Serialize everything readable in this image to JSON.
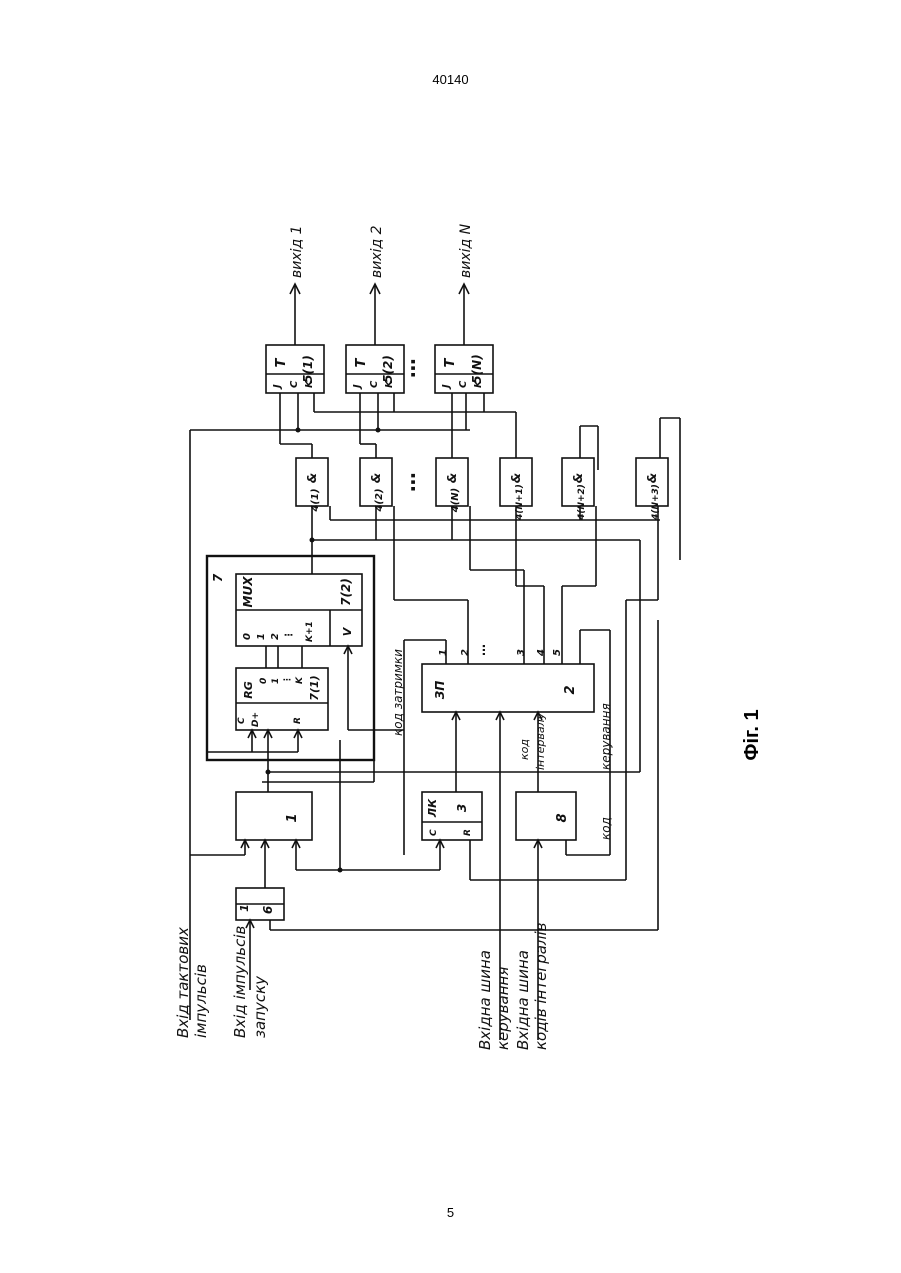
{
  "page": {
    "number_top": "40140",
    "number_bottom": "5"
  },
  "figure": {
    "caption": "Фіг. 1",
    "inputs": {
      "clock": [
        "Вхід тактових",
        "імпульсів"
      ],
      "start": [
        "Вхід імпульсів",
        "запуску"
      ],
      "control_bus": [
        "Вхідна шина",
        "керування"
      ],
      "integral_bus": [
        "Вхідна шина",
        "кодів інтегралів"
      ]
    },
    "outputs": [
      "вихід 1",
      "вихід 2",
      "вихід N"
    ],
    "wire_labels": {
      "delay_code": "код затримки",
      "interval_code": [
        "код",
        "інтервалу"
      ],
      "control": "керування",
      "code": "код"
    },
    "blocks": {
      "b1": "1",
      "b2": "2",
      "b3": "3",
      "b3_name": "ЛК",
      "b3_c": "C",
      "b3_r": "R",
      "b6": "6",
      "b6_in": "1",
      "b8": "8",
      "b7": "7",
      "zp": "ЗП",
      "rg": "RG",
      "rg_id": "7(1)",
      "rg_c": "C",
      "rg_d": "D+",
      "rg_r": "R",
      "rg_outputs": [
        "0",
        "1",
        "⋮",
        "K"
      ],
      "mux": "MUX",
      "mux_id": "7(2)",
      "mux_inputs": [
        "0",
        "1",
        "2",
        "⋮",
        "K+1"
      ],
      "mux_v": "V",
      "zp_outputs": [
        "1",
        "2",
        "⋯",
        "3",
        "4",
        "5"
      ],
      "and_symbol": "&",
      "ands": [
        "4(1)",
        "4(2)",
        "4(N)",
        "4(N+1)",
        "4(N+2)",
        "4(N+3)"
      ],
      "ff_t": "T",
      "ff_pins": [
        "J",
        "C",
        "K"
      ],
      "flipflops": [
        "5(1)",
        "5(2)",
        "5(N)"
      ],
      "dots": "⋯"
    }
  }
}
